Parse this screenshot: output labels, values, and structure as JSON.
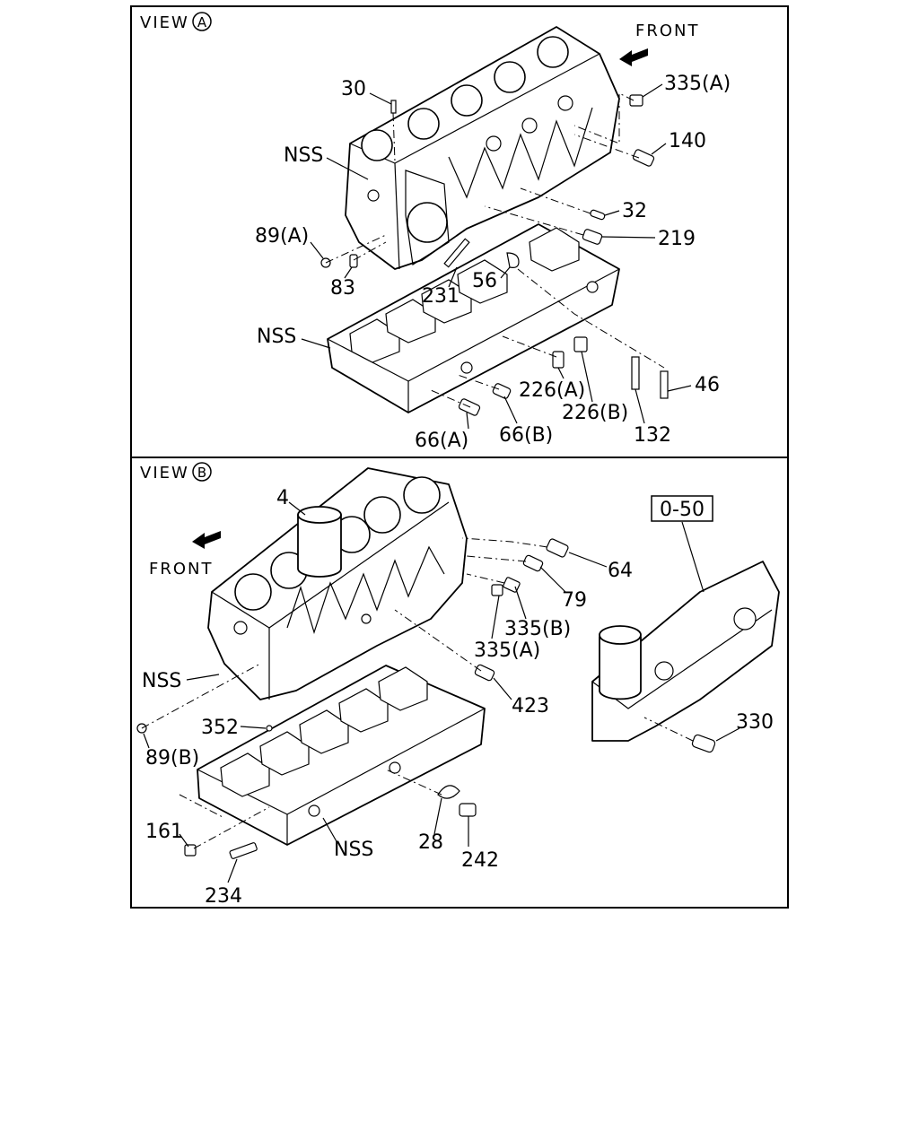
{
  "views": {
    "a": {
      "view_label": "VIEW",
      "view_letter": "A",
      "front_label": "FRONT",
      "callouts": {
        "c30": "30",
        "c335a": "335(A)",
        "c140": "140",
        "nss_top": "NSS",
        "c32": "32",
        "c219": "219",
        "c89a": "89(A)",
        "c83": "83",
        "c231": "231",
        "c56": "56",
        "nss_mid": "NSS",
        "c226a": "226(A)",
        "c226b": "226(B)",
        "c46": "46",
        "c66a": "66(A)",
        "c66b": "66(B)",
        "c132": "132"
      }
    },
    "b": {
      "view_label": "VIEW",
      "view_letter": "B",
      "front_label": "FRONT",
      "ref_box": "0-50",
      "callouts": {
        "c4": "4",
        "c64": "64",
        "c79": "79",
        "c335b": "335(B)",
        "c335a": "335(A)",
        "nss_left": "NSS",
        "c423": "423",
        "c352": "352",
        "c89b": "89(B)",
        "c330": "330",
        "c161": "161",
        "nss_bottom": "NSS",
        "c28": "28",
        "c242": "242",
        "c234": "234"
      }
    }
  }
}
